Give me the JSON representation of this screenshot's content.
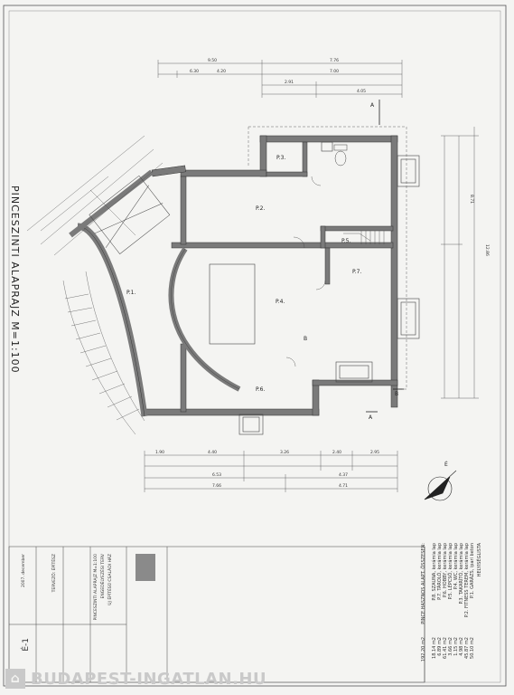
{
  "drawing": {
    "title": "PINCESZINTI ALAPRAJZ M=1:100",
    "section_marks": [
      "A",
      "A",
      "B",
      "B"
    ],
    "dims_top": [
      "9.50",
      "7.76",
      "6.30",
      "4.20",
      "7.00",
      "2.91",
      "4.05"
    ],
    "dims_bottom": [
      "1.90",
      "4.40",
      "3.26",
      "2.40",
      "2.95",
      "6.53",
      "4.37",
      "7.66",
      "4.71"
    ],
    "dims_right": [
      "8.71",
      "12.86"
    ],
    "rooms": [
      {
        "label": "P.1."
      },
      {
        "label": "P.2."
      },
      {
        "label": "P.3."
      },
      {
        "label": "P.4."
      },
      {
        "label": "P.5."
      },
      {
        "label": "P.6."
      },
      {
        "label": "P.7."
      }
    ]
  },
  "legend": {
    "heading": "HELYISÉGLISTA",
    "items": [
      {
        "label": "P.1. GARÁZS, ipari beton",
        "area": "50.10 m2"
      },
      {
        "label": "P.2. FITNESS TEREM, kerámia lap",
        "area": "45.87 m2"
      },
      {
        "label": "P.3. TAKARÍTÓ, kerámia lap",
        "area": "4.98 m2"
      },
      {
        "label": "P.4. WC, kerámia lap",
        "area": "1.15 m2"
      },
      {
        "label": "P.5. LÉPCSŐ, kerámia lap",
        "area": "3.66 m2"
      },
      {
        "label": "P.6. HOBBY, kerámia lap",
        "area": "61.41 m2"
      },
      {
        "label": "P.7. TÁROLÓ, kerámia lap",
        "area": "6.89 m2"
      },
      {
        "label": "P.8. SZAUNA, kerámia lap",
        "area": "18.14 m2"
      }
    ],
    "total_label": "PINCE HASZNOS ALAPT. ÖSSZESEN:",
    "total_value": "192.20 m2"
  },
  "titleblock": {
    "lines": [
      "ÚJ ÉPÍTÉSŰ CSALÁDI HÁZ",
      "ENGEDÉLYEZÉSI TERV",
      "PINCESZINTI ALAPRAJZ M=1:100",
      "TERVEZŐ: ÉPÍTÉSZ",
      "2007. december",
      "É-1"
    ]
  },
  "watermark": {
    "text": "BUDAPEST-INGATLAN.HU"
  }
}
